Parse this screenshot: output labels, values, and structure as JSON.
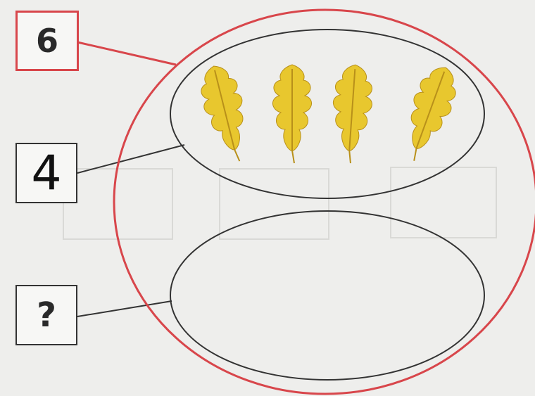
{
  "boxes": {
    "total": "6",
    "part": "4",
    "unknown": "?"
  },
  "leaves": {
    "count": 4,
    "color": "#e8c72e",
    "vein_color": "#b8901a"
  },
  "colors": {
    "red": "#d8464b",
    "ink": "#333333"
  }
}
